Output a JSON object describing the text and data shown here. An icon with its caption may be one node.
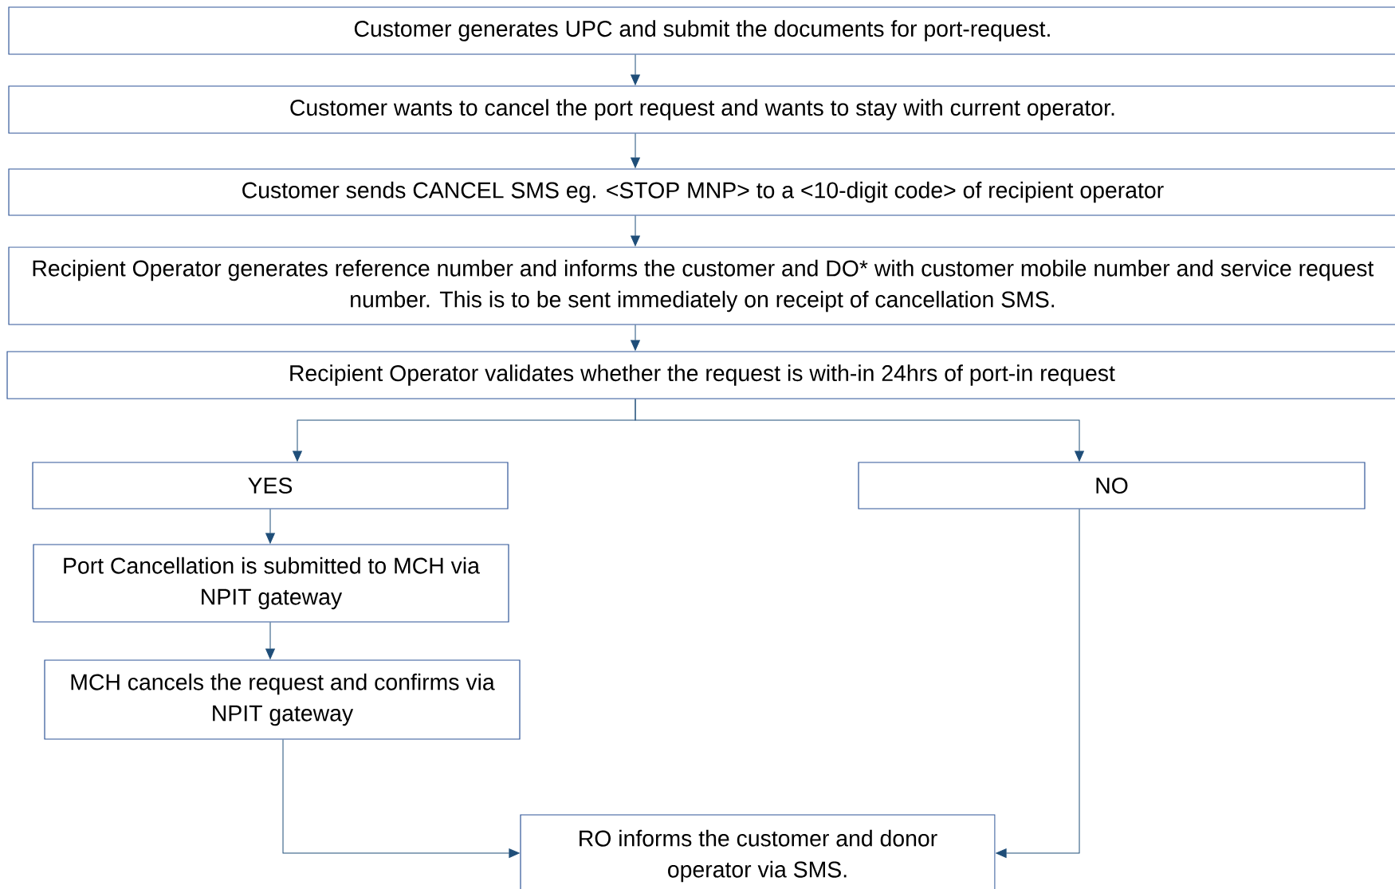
{
  "diagram": {
    "nodes": [
      {
        "text": [
          "Customer generates UPC and submit the documents for port-request."
        ]
      },
      {
        "text": [
          "Customer wants to cancel the port request and wants to stay with current operator."
        ]
      },
      {
        "text": [
          "Customer sends CANCEL SMS eg. <STOP MNP> to a <10-digit code> of recipient operator"
        ]
      },
      {
        "text": [
          "Recipient Operator  generates reference number and  informs the customer and DO* with customer mobile number and service request number. This is to be sent immediately on receipt of cancellation SMS."
        ]
      },
      {
        "text": [
          "Recipient Operator validates whether the request is with-in 24hrs of port-in request"
        ]
      },
      {
        "text": [
          "YES"
        ]
      },
      {
        "text": [
          "NO"
        ]
      },
      {
        "text": [
          "Port Cancellation is submitted to MCH via NPIT gateway"
        ]
      },
      {
        "text": [
          "MCH cancels the request and confirms via NPIT gateway"
        ]
      },
      {
        "text": [
          "RO informs the customer and donor operator via SMS."
        ]
      }
    ],
    "edges": [
      {
        "from": 0,
        "to": 1,
        "arrow": "to"
      },
      {
        "from": 1,
        "to": 2,
        "arrow": "to"
      },
      {
        "from": 2,
        "to": 3,
        "arrow": "to"
      },
      {
        "from": 3,
        "to": 4,
        "arrow": "to"
      },
      {
        "from": 4,
        "to": 5,
        "arrow": "to"
      },
      {
        "from": 4,
        "to": 6,
        "arrow": "to"
      },
      {
        "from": 5,
        "to": 7,
        "arrow": "to"
      },
      {
        "from": 7,
        "to": 8,
        "arrow": "to"
      },
      {
        "from": 8,
        "to": 9,
        "arrow": "to"
      },
      {
        "from": 6,
        "to": 9,
        "arrow": "to"
      }
    ]
  }
}
